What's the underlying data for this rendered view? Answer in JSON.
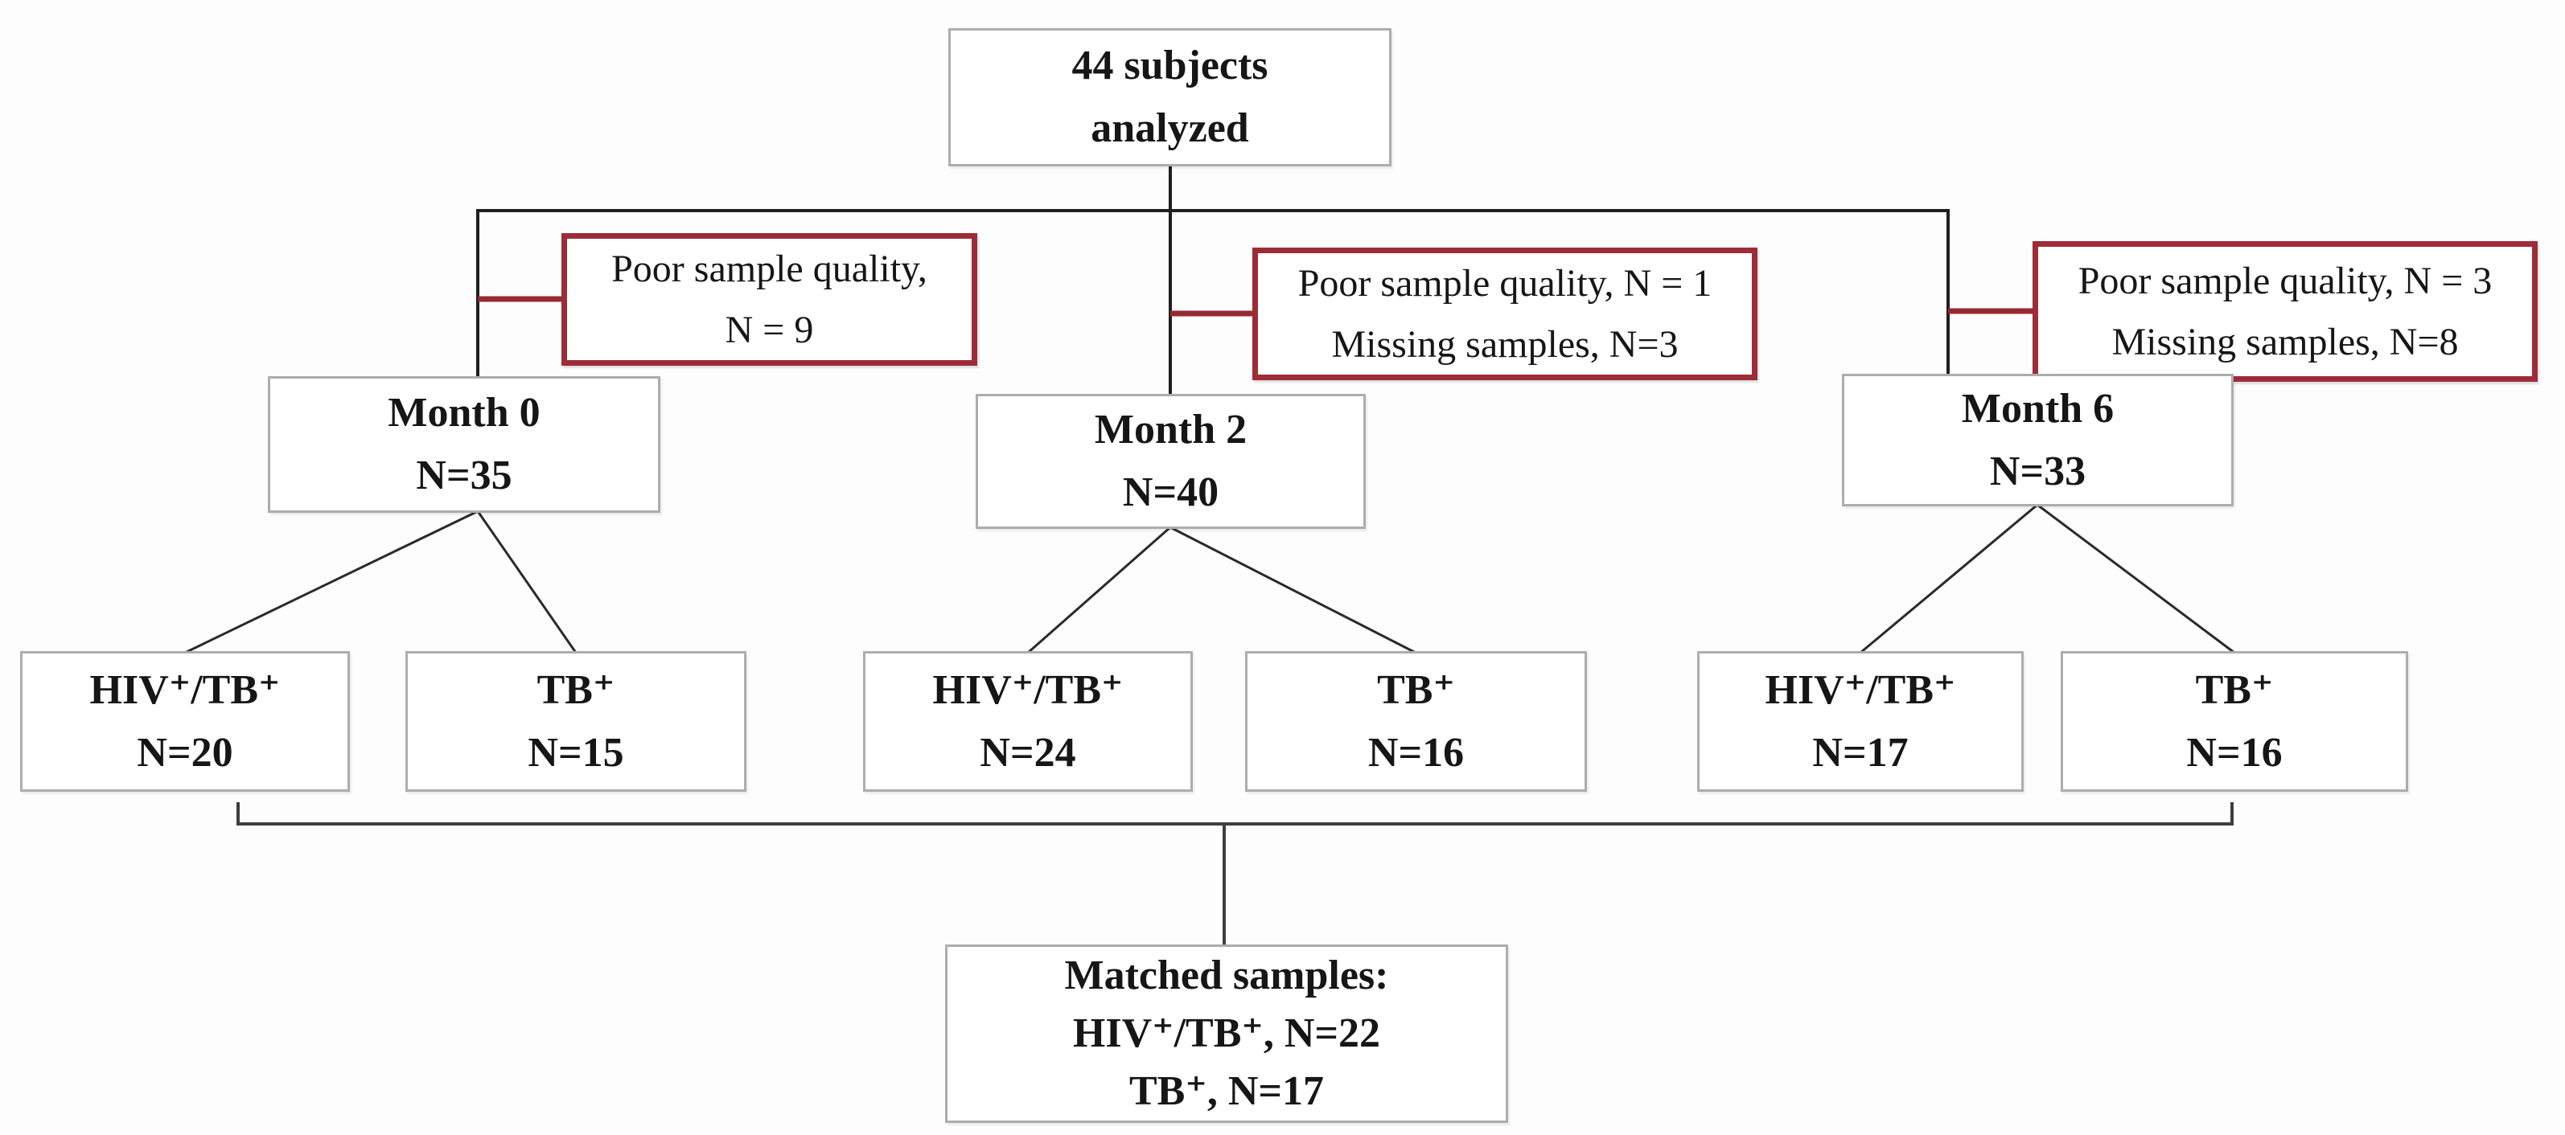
{
  "flowchart": {
    "title_node": {
      "lines": [
        "44 subjects",
        "analyzed"
      ]
    },
    "exclusions": [
      {
        "lines": [
          "Poor sample quality,",
          "N = 9"
        ]
      },
      {
        "lines": [
          "Poor sample quality, N = 1",
          "Missing samples, N=3"
        ]
      },
      {
        "lines": [
          "Poor sample quality, N = 3",
          "Missing samples, N=8"
        ]
      }
    ],
    "timepoints": [
      {
        "lines": [
          "Month 0",
          "N=35"
        ]
      },
      {
        "lines": [
          "Month 2",
          "N=40"
        ]
      },
      {
        "lines": [
          "Month 6",
          "N=33"
        ]
      }
    ],
    "groups": [
      {
        "lines": [
          "HIV⁺/TB⁺",
          "N=20"
        ]
      },
      {
        "lines": [
          "TB⁺",
          "N=15"
        ]
      },
      {
        "lines": [
          "HIV⁺/TB⁺",
          "N=24"
        ]
      },
      {
        "lines": [
          "TB⁺",
          "N=16"
        ]
      },
      {
        "lines": [
          "HIV⁺/TB⁺",
          "N=17"
        ]
      },
      {
        "lines": [
          "TB⁺",
          "N=16"
        ]
      }
    ],
    "matched_node": {
      "lines": [
        "Matched samples:",
        "HIV⁺/TB⁺, N=22",
        "TB⁺, N=17"
      ]
    },
    "colors": {
      "exclusion_border": "#9e2b38",
      "node_border": "#adadad",
      "connector": "#1f1f1f",
      "text": "#161616"
    }
  }
}
